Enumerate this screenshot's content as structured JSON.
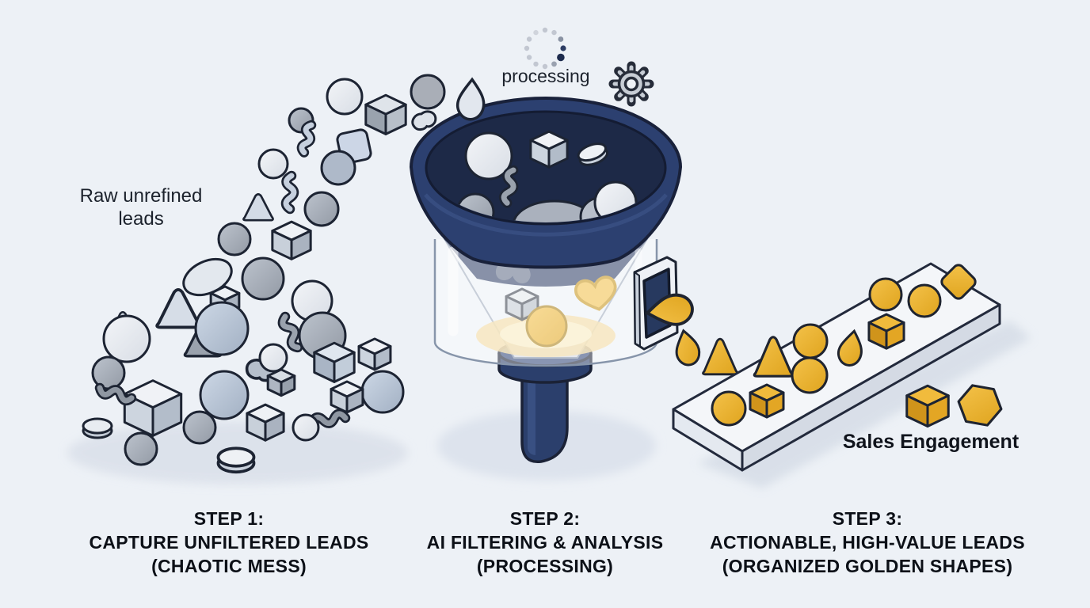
{
  "labels": {
    "raw_leads_line1": "Raw unrefined",
    "raw_leads_line2": "leads",
    "processing": "processing",
    "sales_engagement": "Sales Engagement"
  },
  "steps": [
    {
      "heading": "STEP 1:",
      "line2": "CAPTURE UNFILTERED LEADS",
      "line3": "(CHAOTIC MESS)"
    },
    {
      "heading": "STEP 2:",
      "line2": "AI FILTERING & ANALYSIS",
      "line3": "(PROCESSING)"
    },
    {
      "heading": "STEP 3:",
      "line2": "ACTIONABLE, HIGH-VALUE LEADS",
      "line3": "(ORGANIZED GOLDEN SHAPES)"
    }
  ],
  "icons": {
    "spinner": "processing-spinner-dots",
    "gear": "settings-gear"
  },
  "colors": {
    "bg": "#edf1f6",
    "ink": "#161b25",
    "navy": "#2c4070",
    "navy-dark": "#1d2947",
    "navy-deep": "#141c33",
    "gold": "#ecb22d",
    "gold-dark": "#d3981f",
    "outline": "#1d2433",
    "shadow": "#dde3ed",
    "platform": "#f4f6f9",
    "platform-side": "#d4dae4"
  }
}
